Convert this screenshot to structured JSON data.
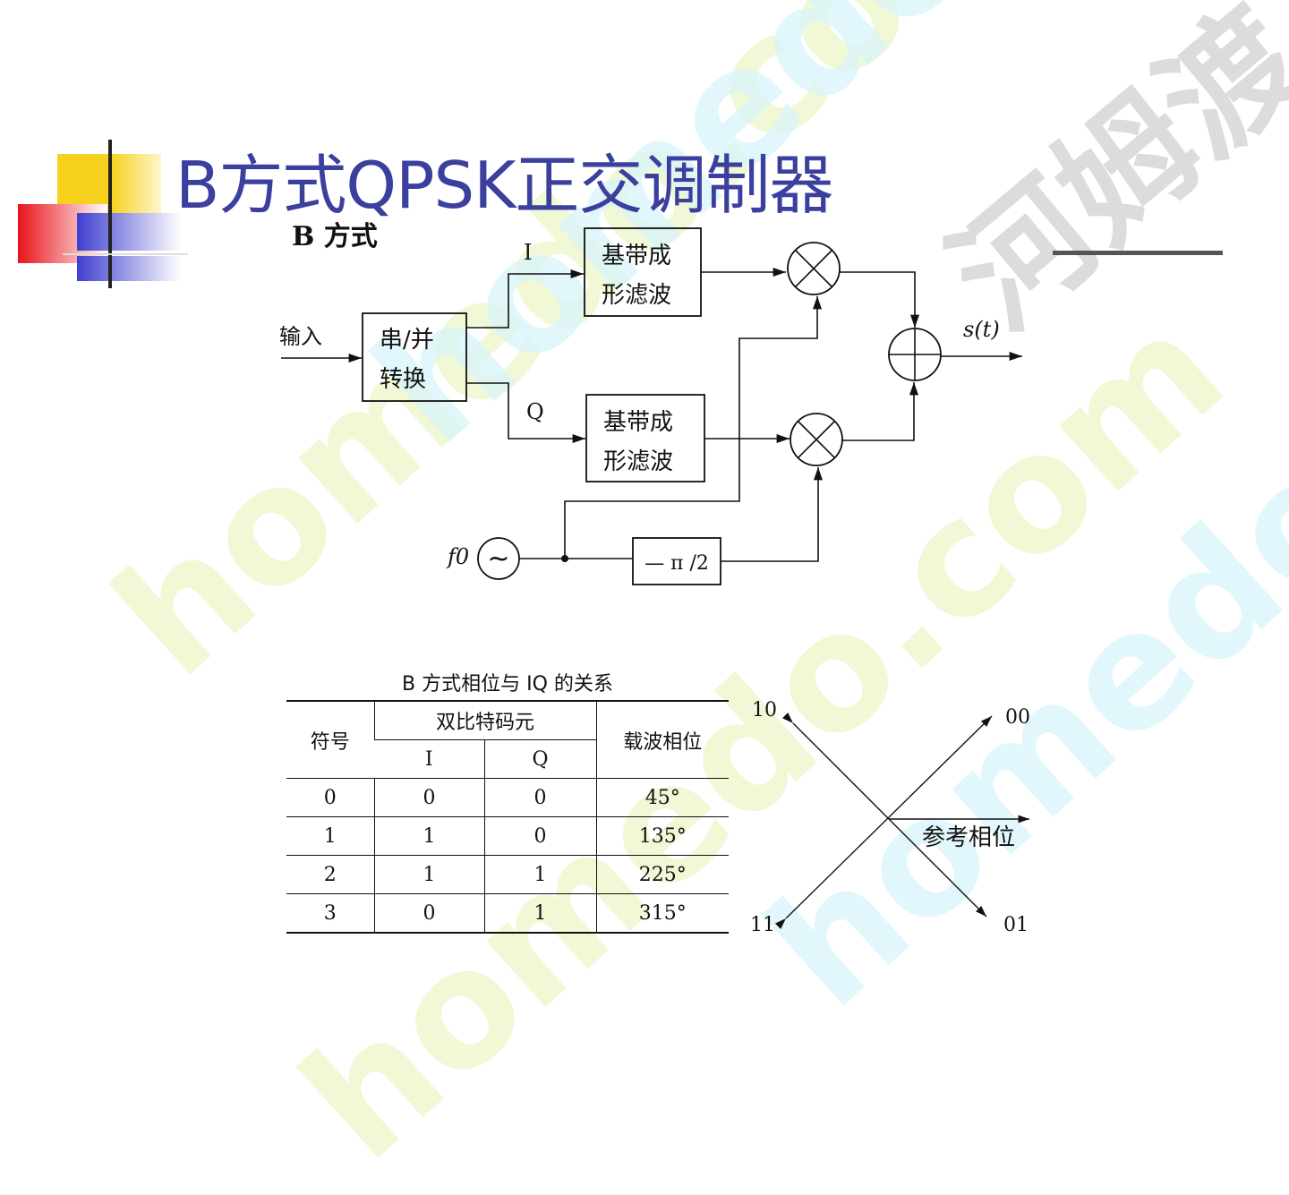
{
  "title": "B方式QPSK正交调制器",
  "watermark": {
    "cn": "河姆渡",
    "en": "homedo.com"
  },
  "colors": {
    "title": "#3b3f9e",
    "deco_yellow": "#f6d21e",
    "deco_red": "#e8141b",
    "deco_blue": "#3f3fcf",
    "watermark_yellow": "#ecf5c8",
    "watermark_cyan": "#d7f4fa"
  },
  "diagram": {
    "heading": "B 方式",
    "input_label": "输入",
    "sp_converter": [
      "串/并",
      "转换"
    ],
    "i_label": "I",
    "q_label": "Q",
    "filter_i": [
      "基带成",
      "形滤波"
    ],
    "filter_q": [
      "基带成",
      "形滤波"
    ],
    "output_label": "s(t)",
    "osc_label": "f0",
    "osc_symbol": "~",
    "phase_shift": "— π /2"
  },
  "table": {
    "caption": "B 方式相位与 IQ 的关系",
    "headers": {
      "symbol": "符号",
      "dibit": "双比特码元",
      "i": "I",
      "q": "Q",
      "phase": "载波相位"
    },
    "rows": [
      [
        "0",
        "0",
        "0",
        "45°"
      ],
      [
        "1",
        "1",
        "0",
        "135°"
      ],
      [
        "2",
        "1",
        "1",
        "225°"
      ],
      [
        "3",
        "0",
        "1",
        "315°"
      ]
    ]
  },
  "constellation": {
    "ref_label": "参考相位",
    "points": {
      "top_left": "10",
      "top_right": "00",
      "bottom_left": "11",
      "bottom_right": "01"
    }
  }
}
